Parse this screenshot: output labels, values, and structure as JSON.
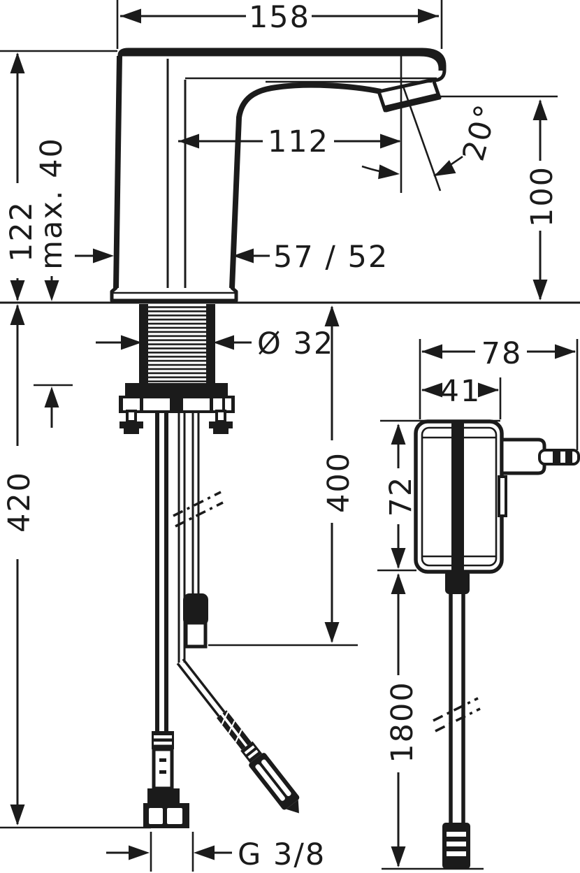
{
  "drawing": {
    "line_color": "#1b1b1b",
    "dimensions": {
      "overall_width": "158",
      "spout_height": "122",
      "max_deck_thickness": "max. 40",
      "spout_reach": "112",
      "outlet_angle": "20°",
      "outlet_height": "100",
      "body_depth": "57 / 52",
      "shank_diameter": "Ø 32",
      "sensor_cable_length": "400",
      "hose_drop_length": "420",
      "psu_total_width": "78",
      "psu_body_width": "41",
      "psu_height": "72",
      "power_cable_length": "1800",
      "connection_thread": "G 3/8"
    }
  }
}
